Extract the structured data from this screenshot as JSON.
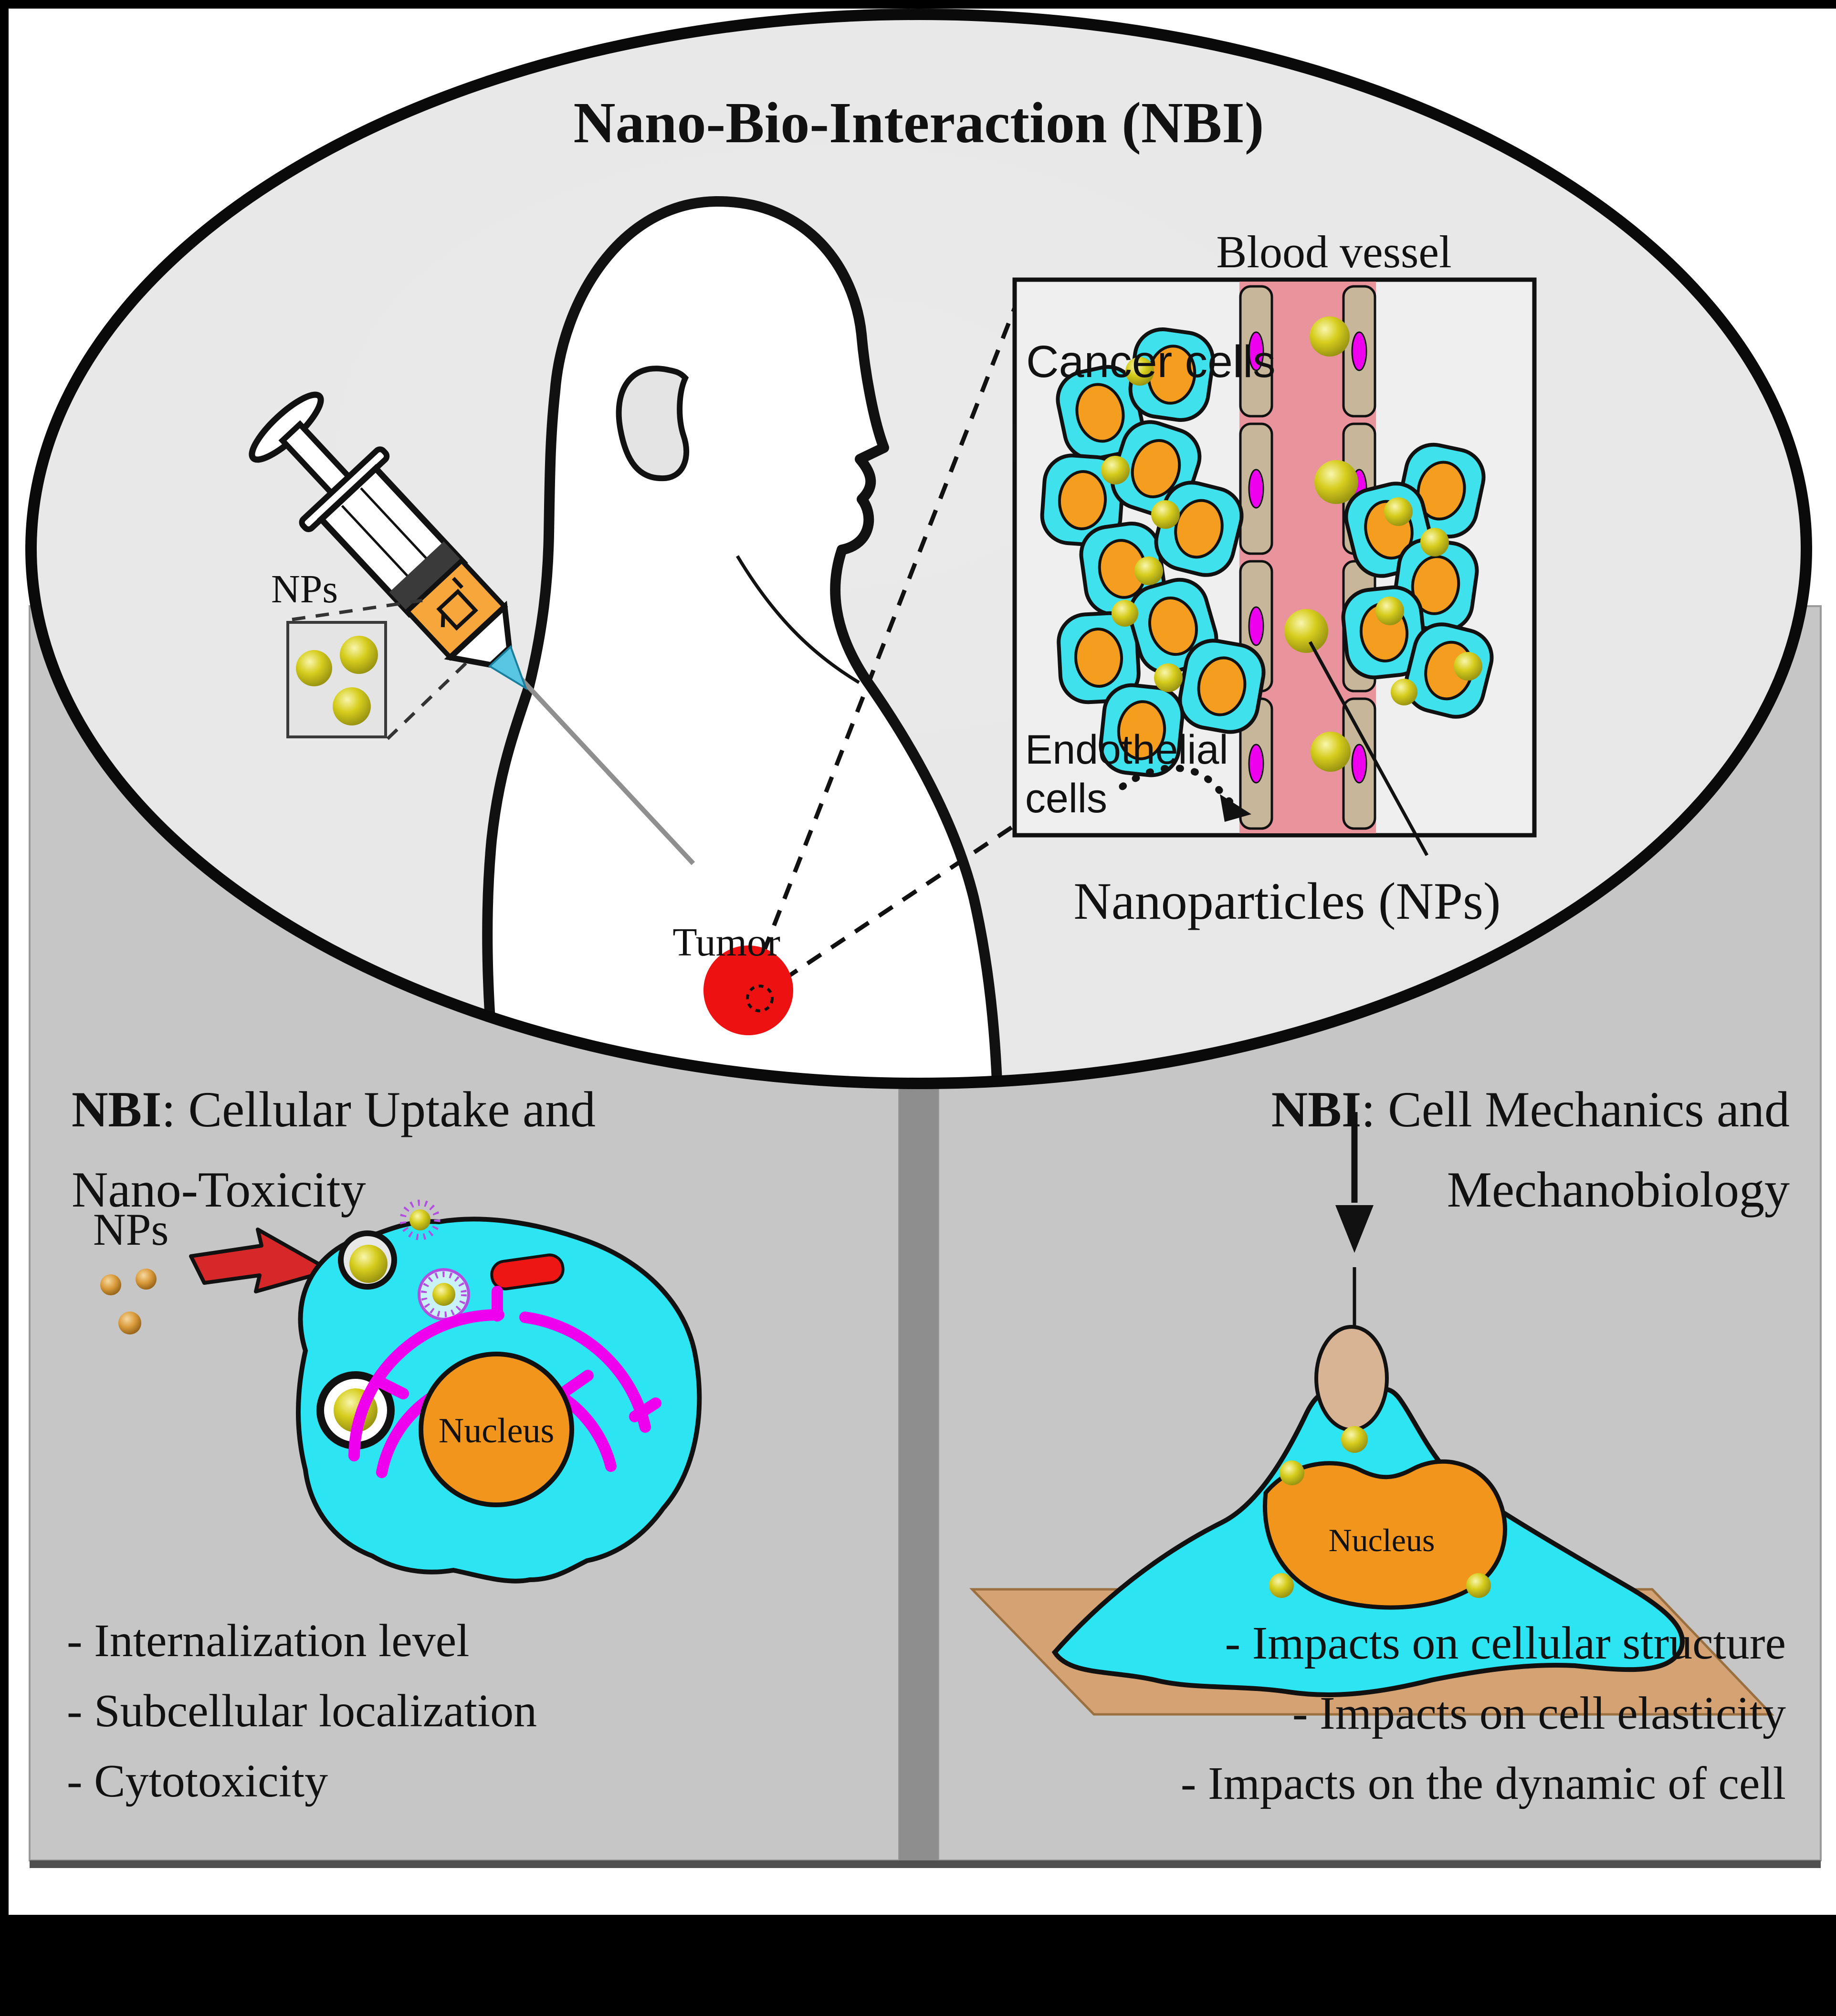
{
  "title": "Nano-Bio-Interaction (NBI)",
  "ellipse_scene": {
    "np_inset_label": "NPs",
    "blood_vessel_label": "Blood vessel",
    "cancer_cells_label": "Cancer cells",
    "endothelial_label_line1": "Endothelial",
    "endothelial_label_line2": "cells",
    "nanoparticles_label": "Nanoparticles (NPs)",
    "tumor_label": "Tumor"
  },
  "left_panel": {
    "nbi": "NBI",
    "title_rest_line1": ": Cellular Uptake and",
    "title_line2": "Nano-Toxicity",
    "nps_label": "NPs",
    "nucleus_label": "Nucleus",
    "bullets": [
      "- Internalization level",
      "- Subcellular localization",
      "- Cytotoxicity"
    ]
  },
  "right_panel": {
    "nbi": "NBI",
    "title_rest_line1": ": Cell Mechanics and",
    "title_line2": "Mechanobiology",
    "nucleus_label": "Nucleus",
    "bullets": [
      "- Impacts on cellular structure",
      "- Impacts on cell elasticity",
      "- Impacts on the dynamic of cell"
    ]
  },
  "colors": {
    "page_black": "#000000",
    "canvas_white": "#ffffff",
    "ellipse_bg": "#e8e8e8",
    "panel_bg": "#c6c6c6",
    "divider": "#8d8d8d",
    "panel_shadow": "#4f4f4f",
    "body_white": "#ffffff",
    "outline_black": "#111111",
    "vessel_pink": "#e9939c",
    "endothelial_tan": "#c8b69b",
    "endo_nucleus_magenta": "#ee00ee",
    "cancer_cyan": "#3fe2ec",
    "cancer_nucleus_orange": "#f59d1e",
    "tumor_red": "#ee1111",
    "syringe_orange": "#f6a63a",
    "needle_hub_cyan": "#58c6e2",
    "cell_cyan": "#2ce4f2",
    "cell_nucleus_orange": "#f2951d",
    "er_magenta": "#ee00ee",
    "organelle_red": "#ee1515",
    "arrow_red": "#d62828",
    "probe_tan": "#d9b494",
    "substrate_tan": "#d4a273",
    "np_gold_mid": "#d6cd1d",
    "np_brown_mid": "#d99a3a",
    "box_bg": "#efefef"
  }
}
